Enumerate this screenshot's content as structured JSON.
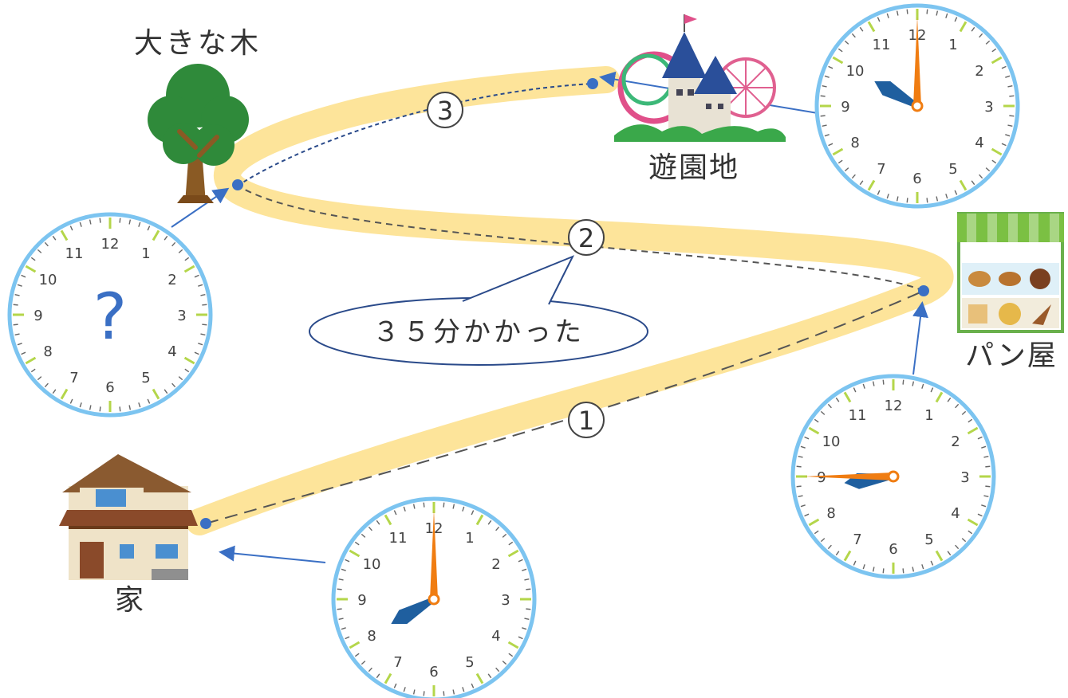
{
  "places": {
    "tree": "大きな木",
    "park": "遊園地",
    "bakery": "パン屋",
    "home": "家"
  },
  "legs": [
    "1",
    "2",
    "3"
  ],
  "callout": "３５分かかった",
  "unknown_mark": "?",
  "clock_numbers": [
    "12",
    "1",
    "2",
    "3",
    "4",
    "5",
    "6",
    "7",
    "8",
    "9",
    "10",
    "11"
  ],
  "clocks": {
    "home": {
      "hour": 8,
      "minute": 0
    },
    "bakery": {
      "hour": 8,
      "minute": 45
    },
    "tree": {
      "unknown": true
    },
    "park": {
      "hour": 10,
      "minute": 0
    }
  },
  "colors": {
    "road": "#fde49a",
    "clock_rim": "#7cc4f0",
    "minute_hand": "#f07d12",
    "hour_hand": "#1f5f9f",
    "marker": "#3a6fc4",
    "question": "#3a6fc4",
    "tick_hour": "#b4d64a"
  }
}
